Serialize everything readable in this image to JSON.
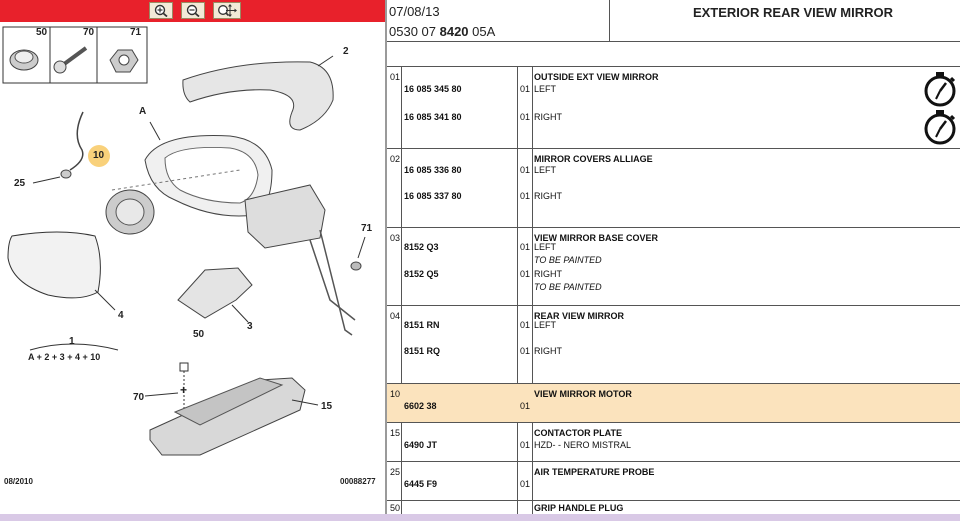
{
  "toolbar": {
    "icons": [
      "zoom-in-icon",
      "zoom-out-icon",
      "zoom-pan-icon"
    ],
    "color": "#e8212b"
  },
  "diagram": {
    "inset_labels": [
      "50",
      "70",
      "71"
    ],
    "callouts": {
      "c2": "2",
      "cA": "A",
      "c10": "10",
      "c25": "25",
      "c71": "71",
      "c4": "4",
      "c3": "3",
      "c1": "1",
      "formula": "A + 2 + 3 + 4 + 10",
      "c50": "50",
      "c70": "70",
      "c15": "15"
    },
    "footer_left": "08/2010",
    "footer_right": "00088277",
    "highlight_color": "#f7c65a"
  },
  "header": {
    "date": "07/08/13",
    "ref_prefix": "0530 07 ",
    "ref_bold": "8420",
    "ref_suffix": " 05A",
    "title": "EXTERIOR REAR VIEW MIRROR"
  },
  "rows": [
    {
      "num": "01",
      "title": "OUTSIDE EXT VIEW MIRROR",
      "lines": [
        {
          "pn": "16 085 345 80",
          "qty": "01",
          "text": "LEFT"
        },
        {
          "pn": "16 085 341 80",
          "qty": "01",
          "text": "RIGHT"
        }
      ],
      "icons": [
        "stopwatch-icon",
        "stopwatch-icon"
      ]
    },
    {
      "num": "02",
      "title": "MIRROR COVERS ALLIAGE",
      "lines": [
        {
          "pn": "16 085 336 80",
          "qty": "01",
          "text": "LEFT"
        },
        {
          "pn": "16 085 337 80",
          "qty": "01",
          "text": "RIGHT"
        }
      ]
    },
    {
      "num": "03",
      "title": "VIEW MIRROR BASE COVER",
      "lines": [
        {
          "pn": "8152 Q3",
          "qty": "01",
          "text": "LEFT",
          "sub": "TO BE PAINTED"
        },
        {
          "pn": "8152 Q5",
          "qty": "01",
          "text": "RIGHT",
          "sub": "TO BE PAINTED"
        }
      ]
    },
    {
      "num": "04",
      "title": "REAR VIEW MIRROR",
      "lines": [
        {
          "pn": "8151 RN",
          "qty": "01",
          "text": "LEFT"
        },
        {
          "pn": "8151 RQ",
          "qty": "01",
          "text": "RIGHT"
        }
      ]
    },
    {
      "num": "10",
      "title": "VIEW MIRROR MOTOR",
      "highlight": true,
      "lines": [
        {
          "pn": "6602 38",
          "qty": "01",
          "text": ""
        }
      ]
    },
    {
      "num": "15",
      "title": "CONTACTOR PLATE",
      "lines": [
        {
          "pn": "6490 JT",
          "qty": "01",
          "text": "HZD- - NERO MISTRAL"
        }
      ]
    },
    {
      "num": "25",
      "title": "AIR TEMPERATURE PROBE",
      "lines": [
        {
          "pn": "6445 F9",
          "qty": "01",
          "text": ""
        }
      ]
    },
    {
      "num": "50",
      "title": "GRIP HANDLE PLUG",
      "lines": []
    }
  ]
}
